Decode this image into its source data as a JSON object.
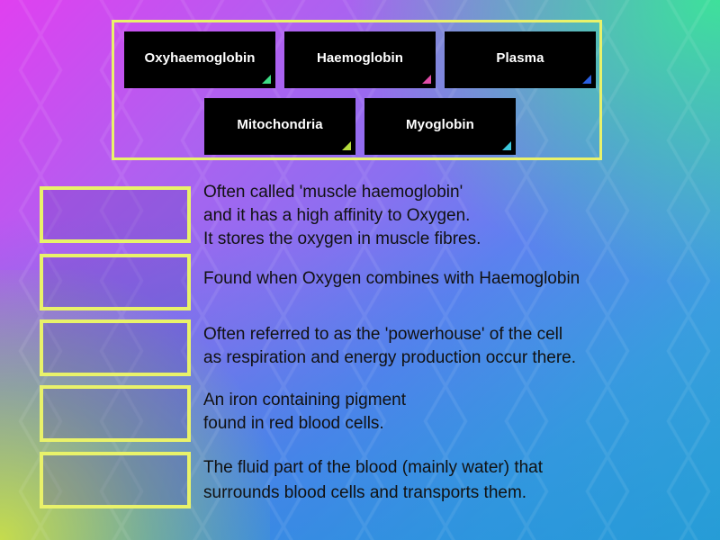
{
  "activity": {
    "type": "match-up",
    "tiles": [
      {
        "label": "Oxyhaemoglobin",
        "corner_color": "#3ddc84"
      },
      {
        "label": "Haemoglobin",
        "corner_color": "#e04ca8"
      },
      {
        "label": "Plasma",
        "corner_color": "#2a5fe0"
      },
      {
        "label": "Mitochondria",
        "corner_color": "#b6dc3c"
      },
      {
        "label": "Myoglobin",
        "corner_color": "#3cc8dc"
      }
    ],
    "definitions": [
      {
        "lines": [
          "Often called 'muscle haemoglobin'",
          "and it has a high affinity to Oxygen.",
          "It stores the oxygen in muscle fibres."
        ]
      },
      {
        "lines": [
          "Found when Oxygen combines with Haemoglobin"
        ]
      },
      {
        "lines": [
          "Often referred to as the 'powerhouse' of the cell",
          "as respiration and energy production occur there."
        ]
      },
      {
        "lines": [
          "An iron containing pigment",
          "found in red blood cells."
        ]
      },
      {
        "lines": [
          "The fluid part of the blood (mainly water) that",
          "surrounds blood cells and transports them."
        ]
      }
    ]
  },
  "colors": {
    "slot_border": "#e9f26a",
    "tile_bg": "#000000",
    "tile_text": "#ffffff"
  }
}
